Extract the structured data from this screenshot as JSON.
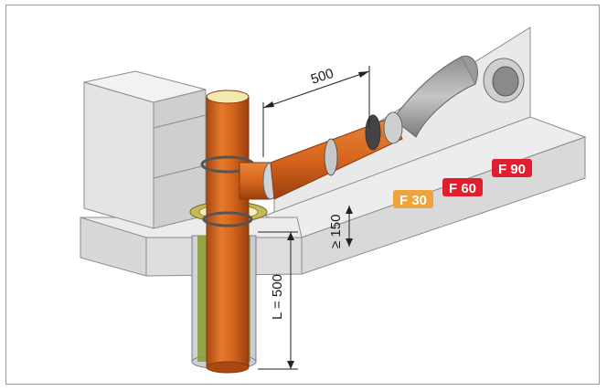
{
  "dimensions": {
    "horizontal_offset": "500",
    "min_height": "≥ 150",
    "length": "L = 500"
  },
  "fire_ratings": [
    {
      "label": "F 30",
      "color": "#f0a23c"
    },
    {
      "label": "F 60",
      "color": "#e01e2d"
    },
    {
      "label": "F 90",
      "color": "#e01e2d"
    }
  ],
  "colors": {
    "pipe": "#d8661e",
    "pipe_dark": "#a94812",
    "concrete": "#e3e3e3",
    "concrete_dark": "#c8c8c8",
    "insulation": "#8a9a2e",
    "sleeve": "#dfe3e6"
  }
}
